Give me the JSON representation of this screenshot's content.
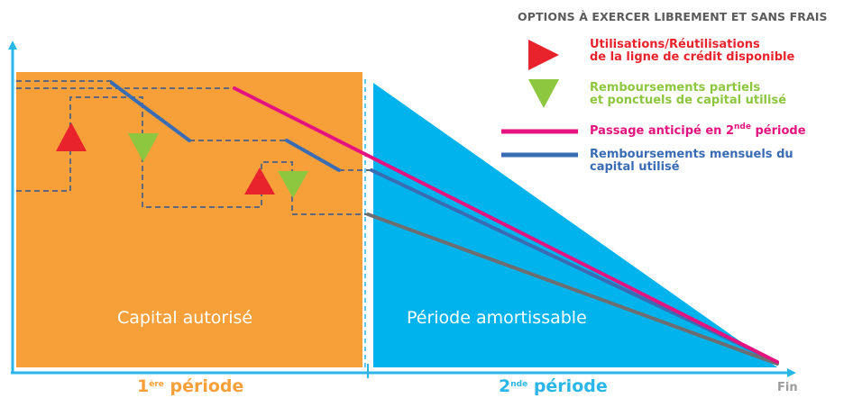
{
  "legend": {
    "title": "OPTIONS À EXERCER LIBREMENT ET SANS FRAIS",
    "items": [
      {
        "id": "util",
        "line1": "Utilisations/Réutilisations",
        "line2": "de la ligne de crédit disponible",
        "color": "#e8232c"
      },
      {
        "id": "remb",
        "line1": "Remboursements partiels",
        "line2": "et ponctuels de capital utilisé",
        "color": "#8dc63f"
      },
      {
        "id": "passage",
        "pre": "Passage anticipé en 2",
        "sup": "nde",
        "post": " période",
        "color": "#e5137f"
      },
      {
        "id": "mensuel",
        "line1": "Remboursements mensuels du",
        "line2": "capital utilisé",
        "color": "#3a6cb4"
      }
    ]
  },
  "areas": {
    "capital": "Capital autorisé",
    "amortissable": "Période amortissable"
  },
  "periods": {
    "first_num": "1",
    "first_sup": "ère",
    "first_word": " période",
    "second_num": "2",
    "second_sup": "nde",
    "second_word": " période",
    "end": "Fin"
  },
  "colors": {
    "orange": "#f7a03a",
    "cyan": "#00b3ec",
    "axis": "#29b6e8",
    "red": "#e8232c",
    "green": "#8dc63f",
    "magenta": "#e5137f",
    "blue": "#3a6cb4",
    "grey": "#6d6e71",
    "dash": "#5d6782"
  }
}
